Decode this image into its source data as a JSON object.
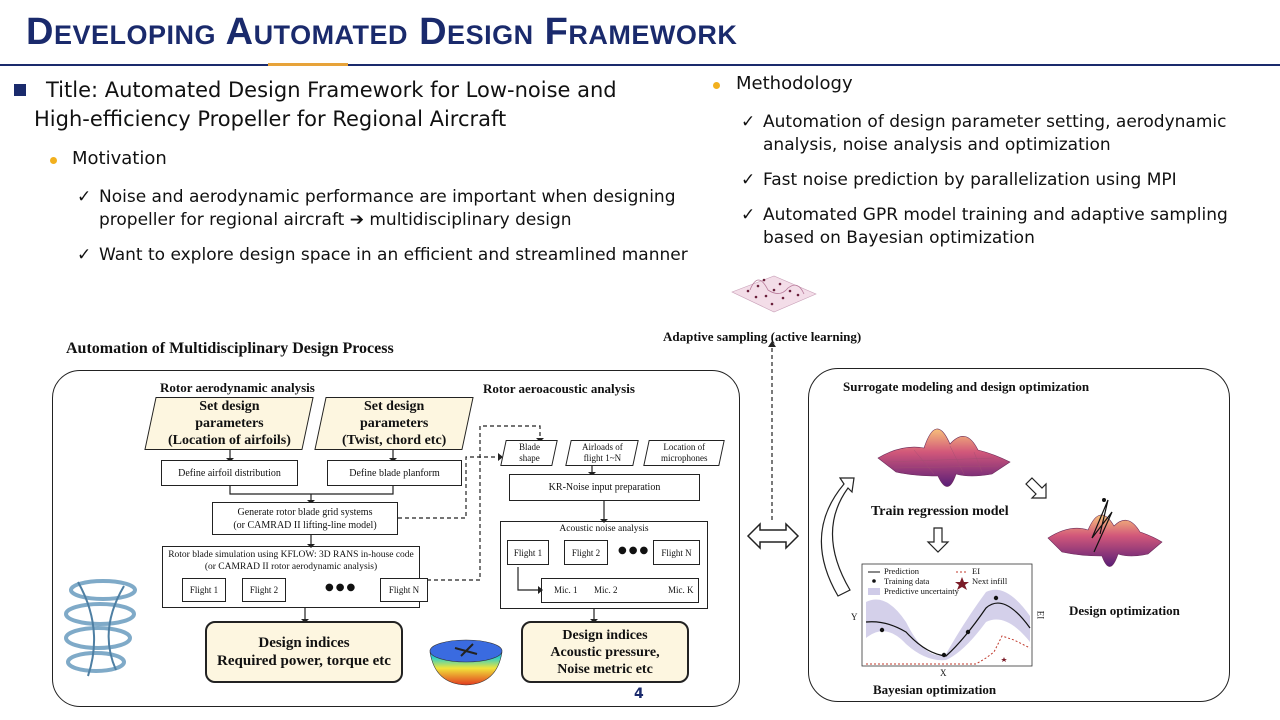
{
  "header": {
    "title": "Developing Automated Design Framework"
  },
  "left": {
    "title_line1": "Title: Automated Design Framework for Low-noise and",
    "title_line2": "High-efficiency Propeller for Regional Aircraft",
    "motivation": {
      "heading": "Motivation",
      "items": [
        [
          "Noise and aerodynamic performance are important when designing",
          "propeller for regional aircraft ➔ multidisciplinary design"
        ],
        [
          "Want to explore design space in an efficient and streamlined manner"
        ]
      ]
    }
  },
  "right": {
    "methodology": {
      "heading": "Methodology",
      "items": [
        [
          "Automation of design parameter setting, aerodynamic",
          "analysis, noise analysis and optimization"
        ],
        [
          "Fast noise prediction by parallelization using MPI"
        ],
        [
          "Automated GPR model training and adaptive sampling",
          "based on Bayesian optimization"
        ]
      ]
    }
  },
  "check_mark": "✓",
  "diagram": {
    "main_title": "Automation of Multidisciplinary Design Process",
    "adaptive_sampling": "Adaptive sampling (active learning)",
    "aero": {
      "heading": "Rotor aerodynamic analysis",
      "param1": [
        "Set design",
        "parameters",
        "(Location of airfoils)"
      ],
      "param2": [
        "Set design",
        "parameters",
        "(Twist, chord etc)"
      ],
      "airfoil": "Define airfoil distribution",
      "planform": "Define blade planform",
      "grid": [
        "Generate rotor blade grid systems",
        "(or CAMRAD II lifting-line model)"
      ],
      "sim": [
        "Rotor blade simulation using KFLOW: 3D RANS in-house code",
        "(or CAMRAD II rotor aerodynamic analysis)"
      ],
      "flight1": "Flight 1",
      "flight2": "Flight 2",
      "flightN": "Flight N",
      "dots": "●●●",
      "indices": [
        "Design indices",
        "Required power, torque etc"
      ]
    },
    "acoustic": {
      "heading": "Rotor aeroacoustic analysis",
      "blade": [
        "Blade",
        "shape"
      ],
      "airloads": [
        "Airloads of",
        "flight 1~N"
      ],
      "mics": [
        "Location of",
        "microphones"
      ],
      "input": "KR-Noise input preparation",
      "noise": "Acoustic noise analysis",
      "flight1": "Flight 1",
      "flight2": "Flight 2",
      "flightN": "Flight N",
      "dots": "●●●",
      "mic1": "Mic. 1",
      "mic2": "Mic. 2",
      "micK": "Mic. K",
      "indices": [
        "Design indices",
        "Acoustic pressure,",
        "Noise metric etc"
      ]
    },
    "surrogate": {
      "heading": "Surrogate modeling and design optimization",
      "train": "Train regression model",
      "design_opt": "Design optimization",
      "bayes": "Bayesian optimization",
      "legend": [
        "Prediction",
        "Training data",
        "Predictive uncertainty",
        "EI",
        "Next infill"
      ],
      "y_label": "Y",
      "x_label": "X",
      "ei_label": "EI"
    },
    "page_number": "4"
  },
  "colors": {
    "navy": "#1a2a6c",
    "accent": "#e7a33a",
    "bullet": "#f2b01e"
  }
}
